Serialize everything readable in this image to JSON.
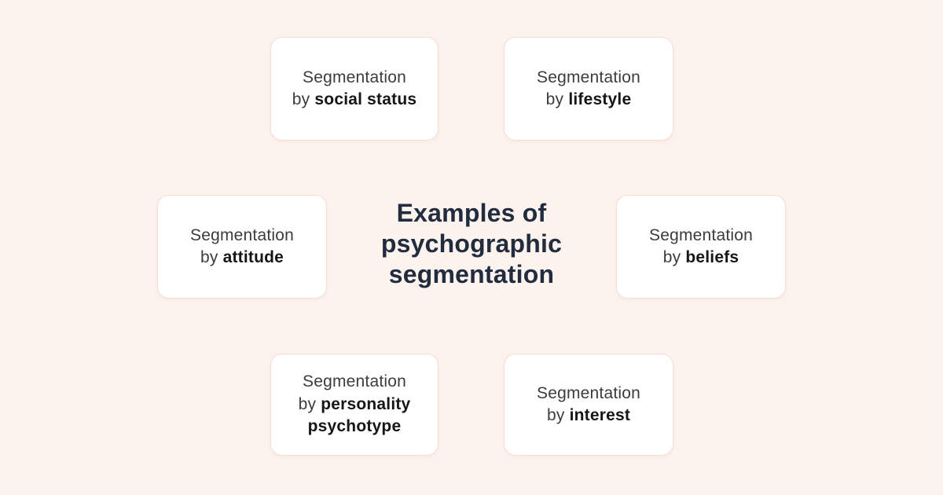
{
  "page": {
    "background_color": "#fdf3ee"
  },
  "title": {
    "text": "Examples of psychographic segmentation",
    "line1": "Examples of",
    "line2": "psychographic",
    "line3": "segmentation",
    "color": "#222c3f"
  },
  "cards": [
    {
      "id": "social-status",
      "prefix": "Segmentation",
      "connector": "by",
      "keyword": "social status"
    },
    {
      "id": "lifestyle",
      "prefix": "Segmentation",
      "connector": "by",
      "keyword": "lifestyle"
    },
    {
      "id": "attitude",
      "prefix": "Segmentation",
      "connector": "by",
      "keyword": "attitude"
    },
    {
      "id": "beliefs",
      "prefix": "Segmentation",
      "connector": "by",
      "keyword": "beliefs"
    },
    {
      "id": "personality-psychotype",
      "prefix": "Segmentation",
      "connector": "by",
      "keyword": "personality psychotype"
    },
    {
      "id": "interest",
      "prefix": "Segmentation",
      "connector": "by",
      "keyword": "interest"
    }
  ],
  "colors": {
    "card_background": "#ffffff",
    "card_border": "#f6ddd5",
    "card_text_regular": "#3c3c3c",
    "card_text_bold": "#161616",
    "title_text": "#222c3f"
  }
}
